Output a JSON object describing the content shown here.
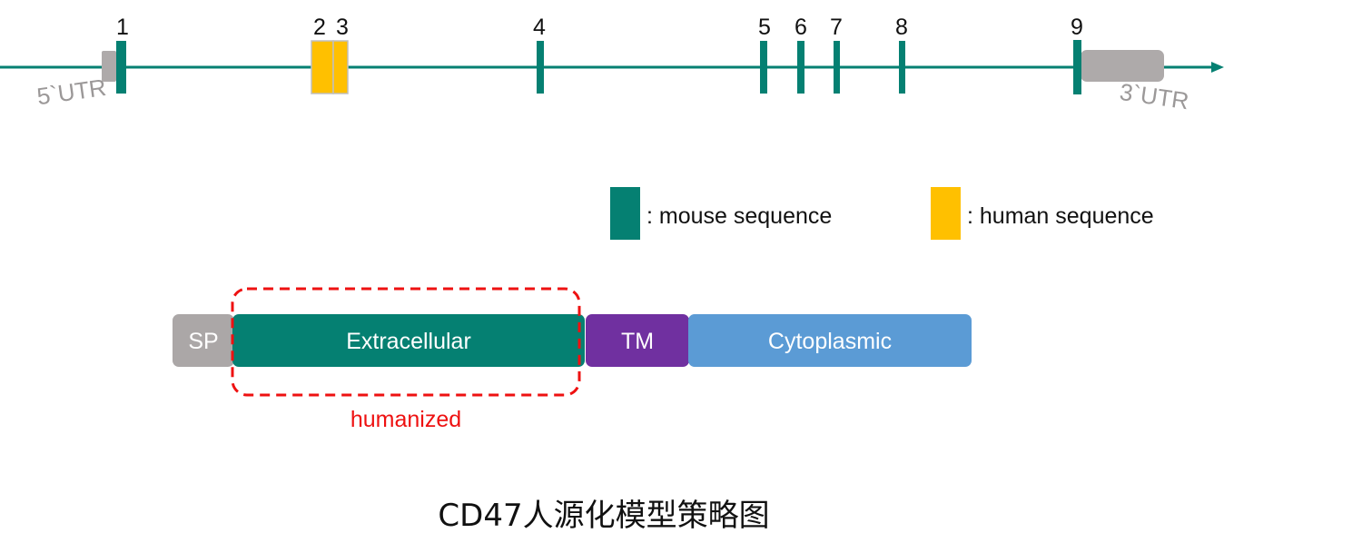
{
  "colors": {
    "mouse": "#058072",
    "human": "#FFC000",
    "utr": "#AEAAAA",
    "sp": "#ABA7A7",
    "tm": "#7030A0",
    "cytoplasmic": "#5B9BD5",
    "humanized": "#EE1111",
    "text": "#111111",
    "label_gray": "#9B9898"
  },
  "gene": {
    "exons": [
      {
        "label": "1",
        "species": "mouse"
      },
      {
        "label": "2",
        "species": "human"
      },
      {
        "label": "3",
        "species": "human"
      },
      {
        "label": "4",
        "species": "mouse"
      },
      {
        "label": "5",
        "species": "mouse"
      },
      {
        "label": "6",
        "species": "mouse"
      },
      {
        "label": "7",
        "species": "mouse"
      },
      {
        "label": "8",
        "species": "mouse"
      },
      {
        "label": "9",
        "species": "mouse"
      }
    ],
    "utr5_label": "5`UTR",
    "utr3_label": "3`UTR"
  },
  "legend": {
    "mouse_label": ": mouse sequence",
    "human_label": ": human sequence"
  },
  "protein": {
    "domains": [
      {
        "label": "SP",
        "type": "sp"
      },
      {
        "label": "Extracellular",
        "type": "extracellular"
      },
      {
        "label": "TM",
        "type": "tm"
      },
      {
        "label": "Cytoplasmic",
        "type": "cytoplasmic"
      }
    ],
    "humanized_label": "humanized"
  },
  "caption": "CD47人源化模型策略图"
}
